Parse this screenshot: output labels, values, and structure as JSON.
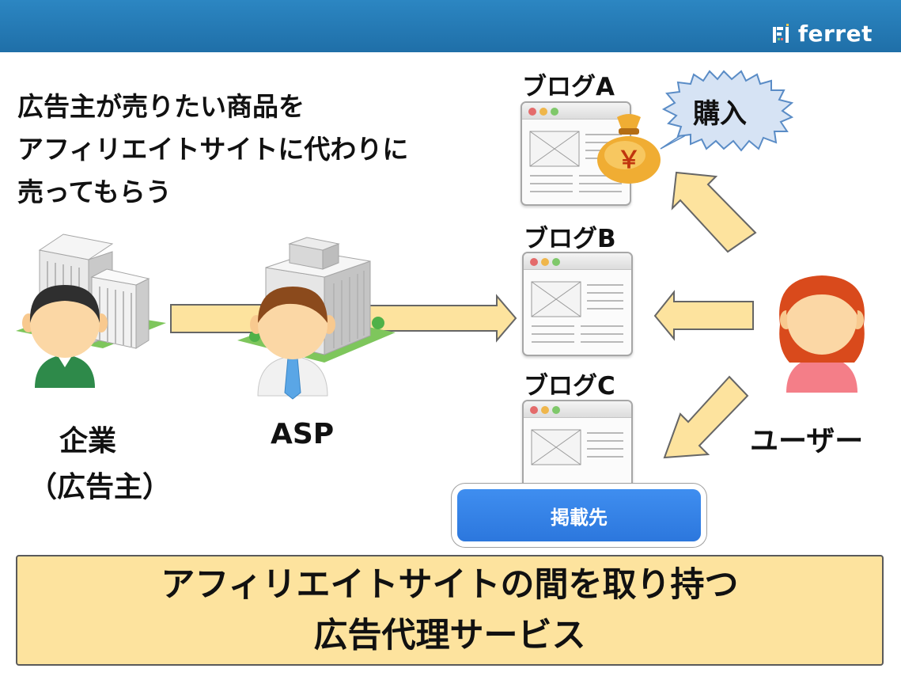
{
  "brand": {
    "name": "ferret"
  },
  "intro": {
    "lines": [
      "広告主が売りたい商品を",
      "アフィリエイトサイトに代わりに",
      "売ってもらう"
    ]
  },
  "actors": {
    "company": {
      "line1": "企業",
      "line2": "（広告主）"
    },
    "asp": {
      "label": "ASP"
    },
    "user": {
      "label": "ユーザー"
    }
  },
  "blogs": [
    {
      "title": "ブログA"
    },
    {
      "title": "ブログB"
    },
    {
      "title": "ブログC"
    }
  ],
  "purchase": {
    "label": "購入",
    "currency_symbol": "￥"
  },
  "publish": {
    "label": "掲載先"
  },
  "summary": {
    "line1": "アフィリエイトサイトの間を取り持つ",
    "line2": "広告代理サービス"
  },
  "colors": {
    "header": "#1f6fa8",
    "arrow_fill": "#fde39e",
    "summary_fill": "#fde39e",
    "publish_button": "#2c77dd",
    "bubble_fill": "#d6e3f4"
  }
}
